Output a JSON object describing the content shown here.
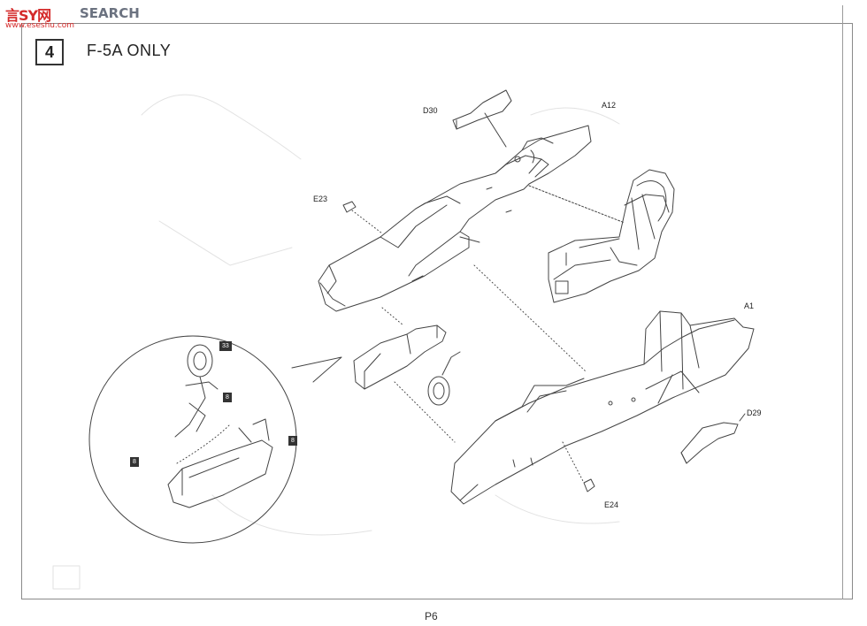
{
  "watermark": {
    "logo_text": "言SY网",
    "search_text": "SEARCH",
    "url_text": "www.eseshu.com"
  },
  "step": {
    "number": "4",
    "title": "F-5A ONLY"
  },
  "parts": {
    "d30": "D30",
    "a12": "A12",
    "e23": "E23",
    "a1": "A1",
    "d29": "D29",
    "e24": "E24"
  },
  "detail_badges": {
    "badge_top": "33",
    "badge_mid": "8",
    "badge_right": "8",
    "badge_left": "8"
  },
  "footer": {
    "page_number": "P6"
  }
}
